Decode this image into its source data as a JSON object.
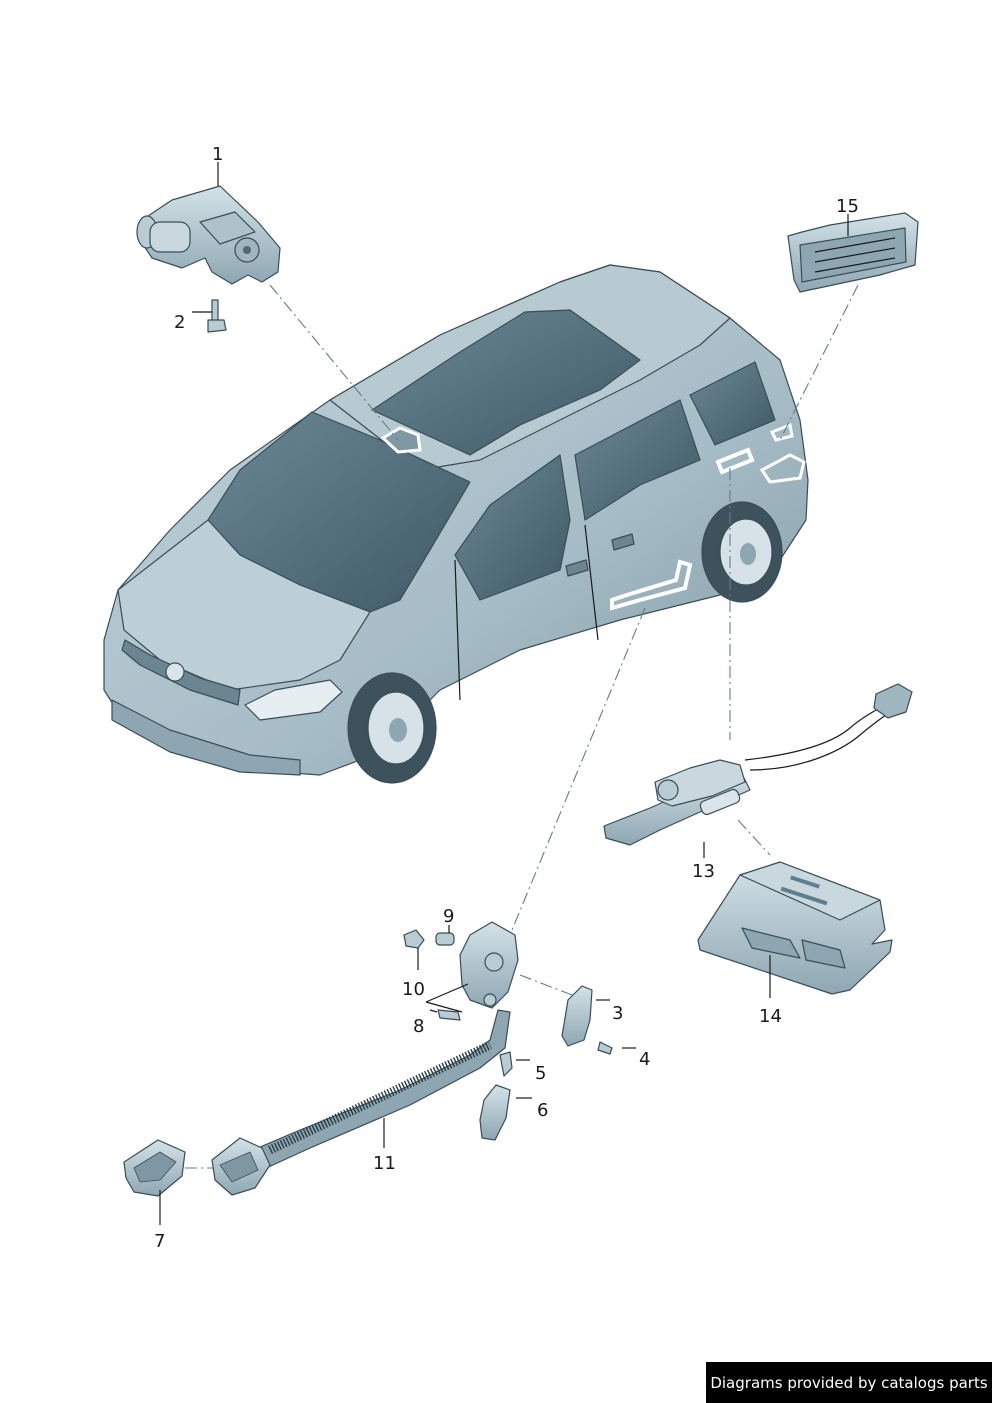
{
  "diagram": {
    "callouts": [
      {
        "id": "1",
        "label": "1"
      },
      {
        "id": "2",
        "label": "2"
      },
      {
        "id": "3",
        "label": "3"
      },
      {
        "id": "4",
        "label": "4"
      },
      {
        "id": "5",
        "label": "5"
      },
      {
        "id": "6",
        "label": "6"
      },
      {
        "id": "7",
        "label": "7"
      },
      {
        "id": "8",
        "label": "8"
      },
      {
        "id": "9",
        "label": "9"
      },
      {
        "id": "10",
        "label": "10"
      },
      {
        "id": "11",
        "label": "11"
      },
      {
        "id": "13",
        "label": "13"
      },
      {
        "id": "14",
        "label": "14"
      },
      {
        "id": "15",
        "label": "15"
      }
    ]
  },
  "colors": {
    "body": "#a9bfc8",
    "body_shadow": "#7f98a3",
    "glass": "#4f6c78",
    "outline": "#3a4d57",
    "highlight": "#ffffff"
  },
  "footer": {
    "credit": "Diagrams provided by catalogs parts"
  }
}
